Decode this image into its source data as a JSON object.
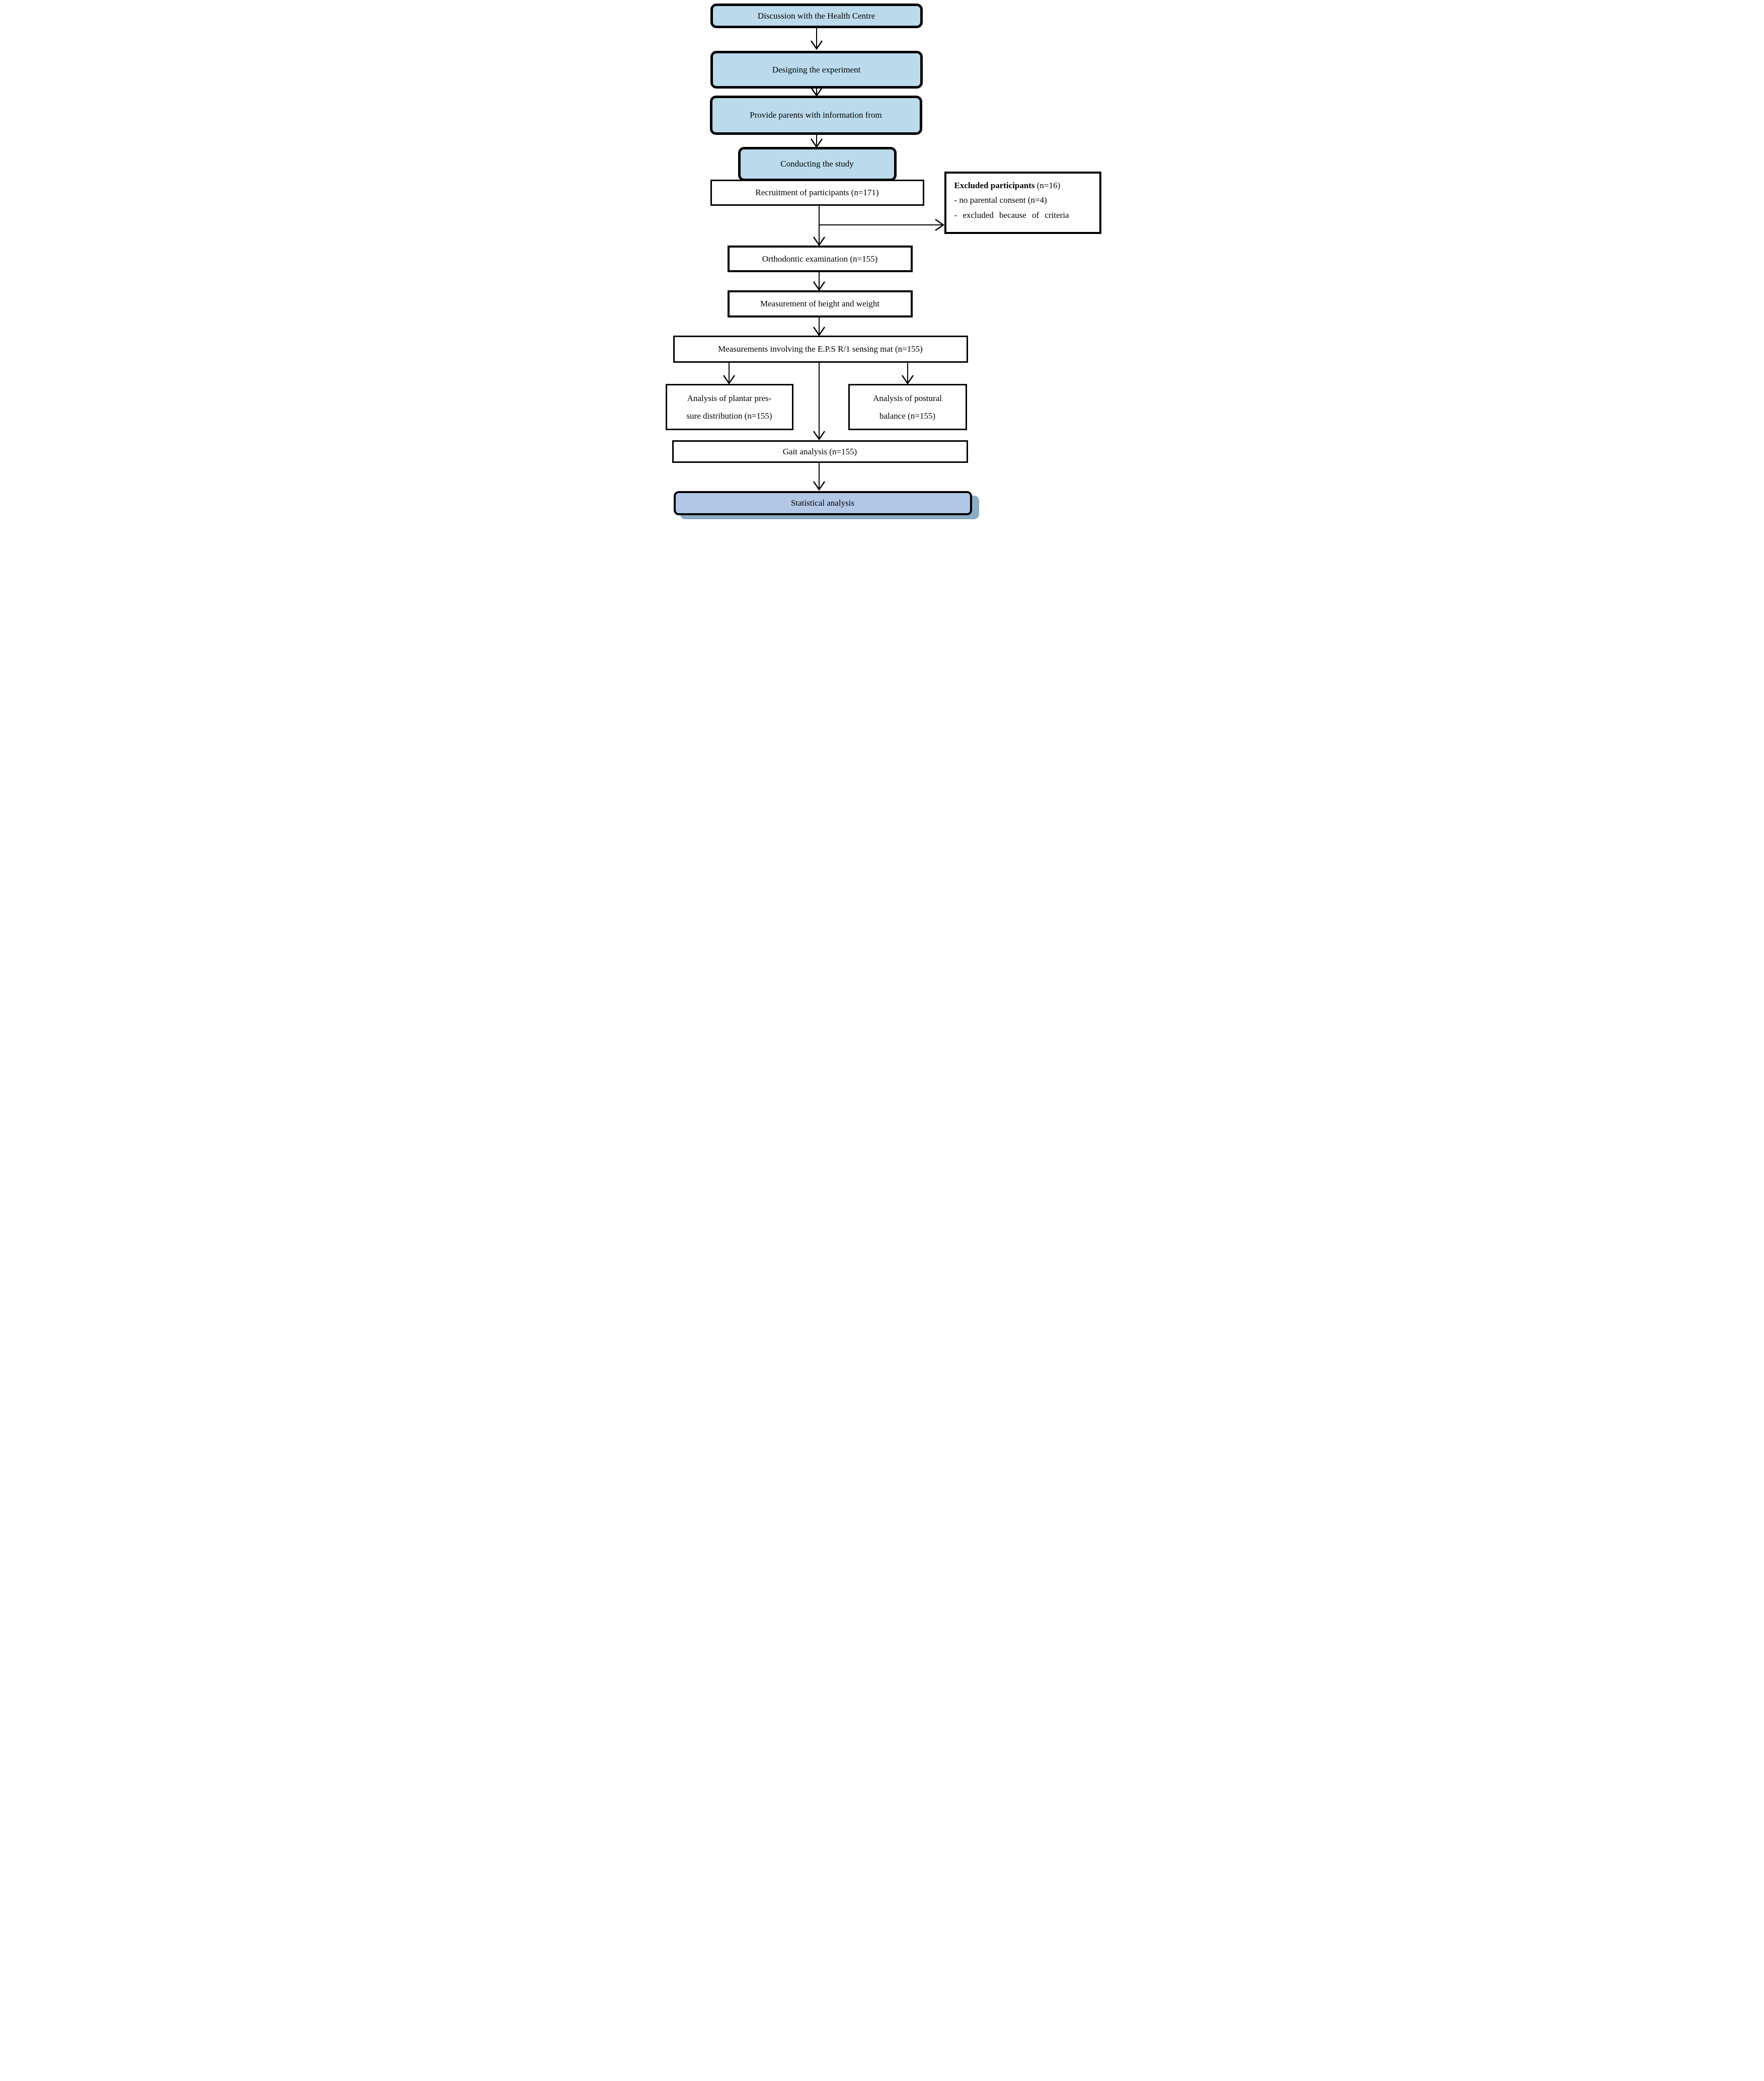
{
  "diagram": {
    "steps": {
      "discussion": {
        "label": "Discussion with the Health Centre"
      },
      "designing": {
        "label": "Designing the experiment"
      },
      "provide": {
        "label": "Provide parents with information from"
      },
      "conducting": {
        "label": "Conducting the study"
      },
      "recruitment": {
        "label": "Recruitment of participants (n=171)"
      },
      "orthodontic": {
        "label": "Orthodontic examination (n=155)"
      },
      "measurement": {
        "label": "Measurement of height and weight"
      },
      "mat": {
        "label": "Measurements involving the E.P.S R/1 sensing mat (n=155)"
      },
      "plantar": {
        "line1": "Analysis of plantar pres-",
        "line2": "sure distribution (n=155)"
      },
      "postural": {
        "line1": "Analysis of postural",
        "line2": "balance (n=155)"
      },
      "gait": {
        "label": "Gait analysis (n=155)"
      },
      "statistical": {
        "label": "Statistical analysis"
      }
    },
    "excluded": {
      "heading_bold": "Excluded participants",
      "heading_rest": " (n=16)",
      "item1": "- no parental consent (n=4)",
      "item2": "- excluded because of criteria"
    },
    "colors": {
      "process_fill": "#bbdbec",
      "final_fill": "#b2c6e6",
      "final_shadow": "#8bacc4",
      "outline": "#000000"
    }
  }
}
